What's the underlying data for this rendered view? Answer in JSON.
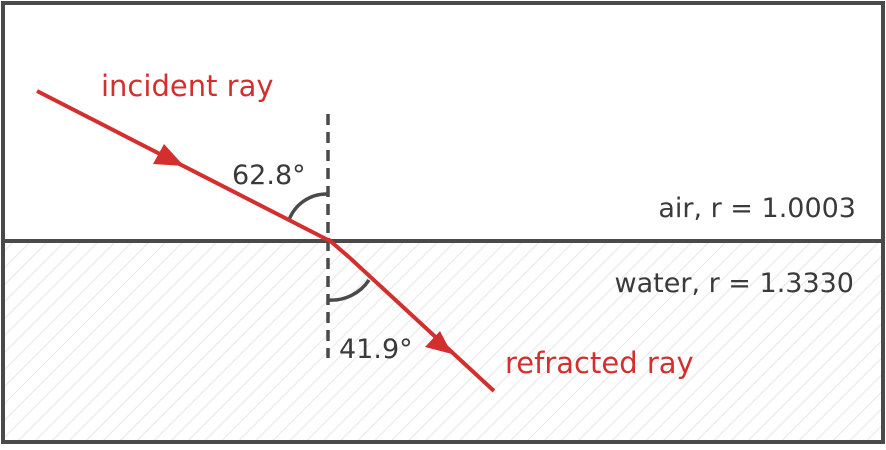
{
  "labels": {
    "incident_ray": "incident ray",
    "refracted_ray": "refracted ray",
    "incident_angle": "62.8°",
    "refracted_angle": "41.9°",
    "air": "air, r = 1.0003",
    "water": "water, r = 1.3330"
  },
  "colors": {
    "ray": "#d32f2f",
    "frame": "#4a4a4a",
    "text": "#3a3a3a",
    "hatch": "#e6e6e6"
  }
}
